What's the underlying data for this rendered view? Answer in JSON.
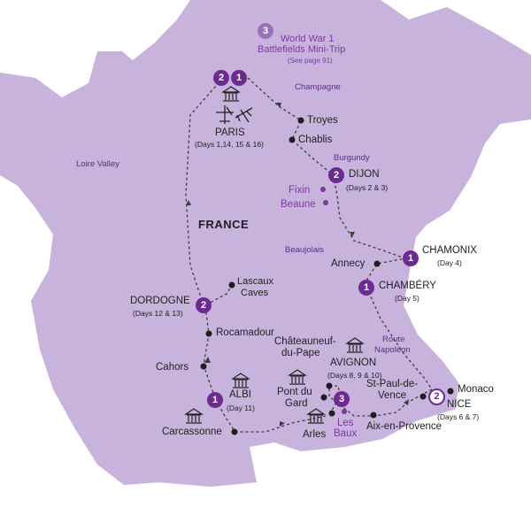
{
  "map": {
    "country": "FRANCE",
    "colors": {
      "land": "#c8b3dc",
      "route": "#3d3d3d",
      "badge": "#6d2b91",
      "badge_light": "#9b72b8",
      "accent_text": "#7a3aa0",
      "region_text": "#5b2d86"
    },
    "regions": [
      "Champagne",
      "Burgundy",
      "Loire Valley",
      "Beaujolais"
    ],
    "route_note": {
      "line1": "Route",
      "line2": "Napoléon"
    },
    "mini_trip": {
      "badge": "3",
      "line1": "World War 1",
      "line2": "Battlefields Mini-Trip",
      "line3": "(See page 91)"
    },
    "stops": {
      "paris": {
        "name": "PARIS",
        "days": "(Days 1,14, 15 & 16)",
        "badges": [
          "2",
          "1"
        ]
      },
      "troyes": {
        "name": "Troyes"
      },
      "chablis": {
        "name": "Chablis"
      },
      "dijon": {
        "name": "DIJON",
        "days": "(Days 2 & 3)",
        "badge": "2"
      },
      "fixin": {
        "name": "Fixin"
      },
      "beaune": {
        "name": "Beaune"
      },
      "chamonix": {
        "name": "CHAMONIX",
        "days": "(Day 4)",
        "badge": "1"
      },
      "annecy": {
        "name": "Annecy"
      },
      "chambery": {
        "name": "CHAMBÉRY",
        "days": "(Day 5)",
        "badge": "1"
      },
      "dordogne": {
        "name": "DORDOGNE",
        "days": "(Days 12 & 13)",
        "badge": "2"
      },
      "lascaux": {
        "line1": "Lascaux",
        "line2": "Caves"
      },
      "rocamadour": {
        "name": "Rocamadour"
      },
      "cahors": {
        "name": "Cahors"
      },
      "albi": {
        "name": "ALBI",
        "days": "(Day 11)",
        "badge": "1"
      },
      "carcassonne": {
        "name": "Carcassonne"
      },
      "chateauneuf": {
        "line1": "Châteauneuf-",
        "line2": "du-Pape"
      },
      "avignon": {
        "name": "AVIGNON",
        "days": "(Days 8, 9 & 10)",
        "badge": "3"
      },
      "pont_du_gard": {
        "line1": "Pont du",
        "line2": "Gard"
      },
      "arles": {
        "name": "Arles"
      },
      "les_baux": {
        "line1": "Les",
        "line2": "Baux"
      },
      "aix": {
        "name": "Aix-en-Provence"
      },
      "st_paul": {
        "line1": "St-Paul-de-",
        "line2": "Vence"
      },
      "nice": {
        "name": "NICE",
        "days": "(Days 6 & 7)",
        "badge": "2"
      },
      "monaco": {
        "name": "Monaco"
      }
    }
  }
}
